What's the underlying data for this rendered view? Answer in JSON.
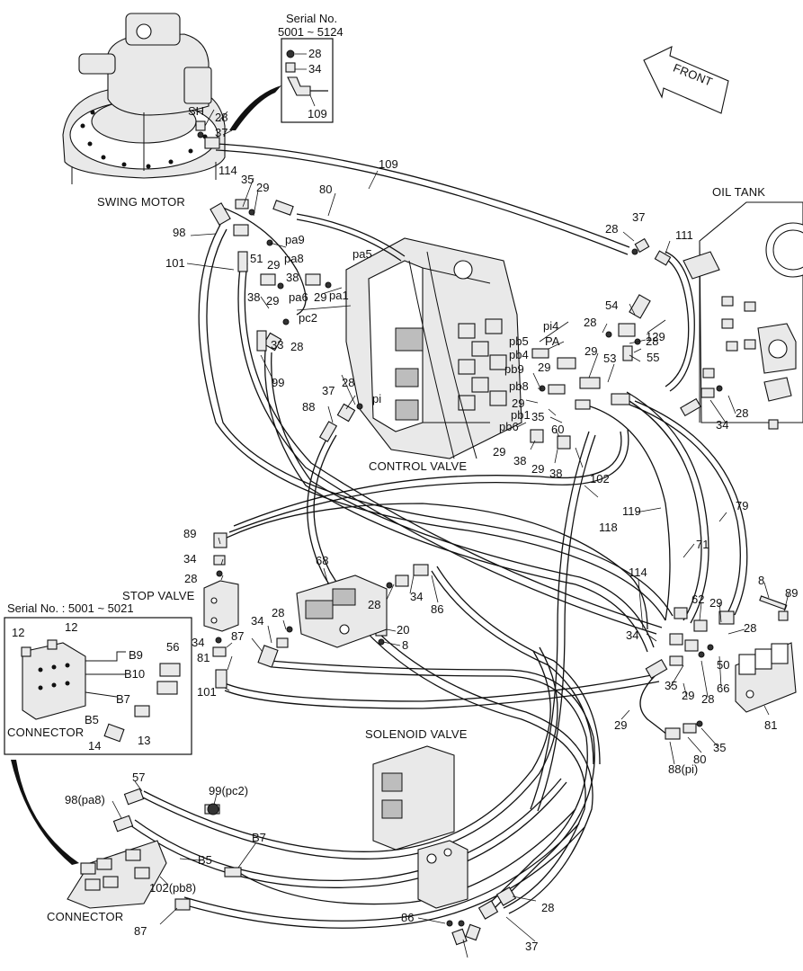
{
  "components": {
    "swing_motor": "SWING MOTOR",
    "oil_tank": "OIL TANK",
    "control_valve": "CONTROL VALVE",
    "stop_valve": "STOP VALVE",
    "solenoid_valve": "SOLENOID VALVE",
    "front_arrow": "FRONT",
    "connector_top": "CONNECTOR",
    "connector_bottom": "CONNECTOR"
  },
  "serial_box_top": {
    "title_line1": "Serial No.",
    "title_line2": "5001 ~ 5124",
    "labels": [
      "28",
      "34",
      "109"
    ]
  },
  "serial_box_left": {
    "title": "Serial No. : 5001 ~ 5021",
    "labels": [
      "12",
      "12",
      "56",
      "B9",
      "B10",
      "B7",
      "B5",
      "14",
      "13"
    ]
  },
  "part_labels": [
    "SH",
    "28",
    "37",
    "109",
    "114",
    "35",
    "29",
    "80",
    "98",
    "101",
    "51",
    "pa9",
    "pa5",
    "29",
    "pa8",
    "38",
    "29",
    "pa1",
    "38",
    "29",
    "pa6",
    "pc2",
    "33",
    "28",
    "99",
    "28",
    "37",
    "88",
    "pi",
    "28",
    "37",
    "111",
    "54",
    "pi4",
    "28",
    "28",
    "129",
    "PA",
    "55",
    "53",
    "29",
    "pb5",
    "pb4",
    "pb9",
    "29",
    "pb8",
    "29",
    "pb1",
    "35",
    "pb6",
    "60",
    "29",
    "38",
    "29",
    "38",
    "102",
    "34",
    "28",
    "89",
    "34",
    "28",
    "68",
    "28",
    "34",
    "86",
    "20",
    "8",
    "28",
    "34",
    "87",
    "34",
    "81",
    "101",
    "118",
    "119",
    "79",
    "71",
    "8",
    "89",
    "114",
    "34",
    "62",
    "29",
    "28",
    "50",
    "35",
    "29",
    "28",
    "66",
    "81",
    "29",
    "35",
    "80",
    "88(pi)",
    "57",
    "99(pc2)",
    "98(pa8)",
    "B7",
    "B5",
    "102(pb8)",
    "87",
    "28",
    "86",
    "37"
  ],
  "lines": {
    "control_valve_note": "pi"
  }
}
